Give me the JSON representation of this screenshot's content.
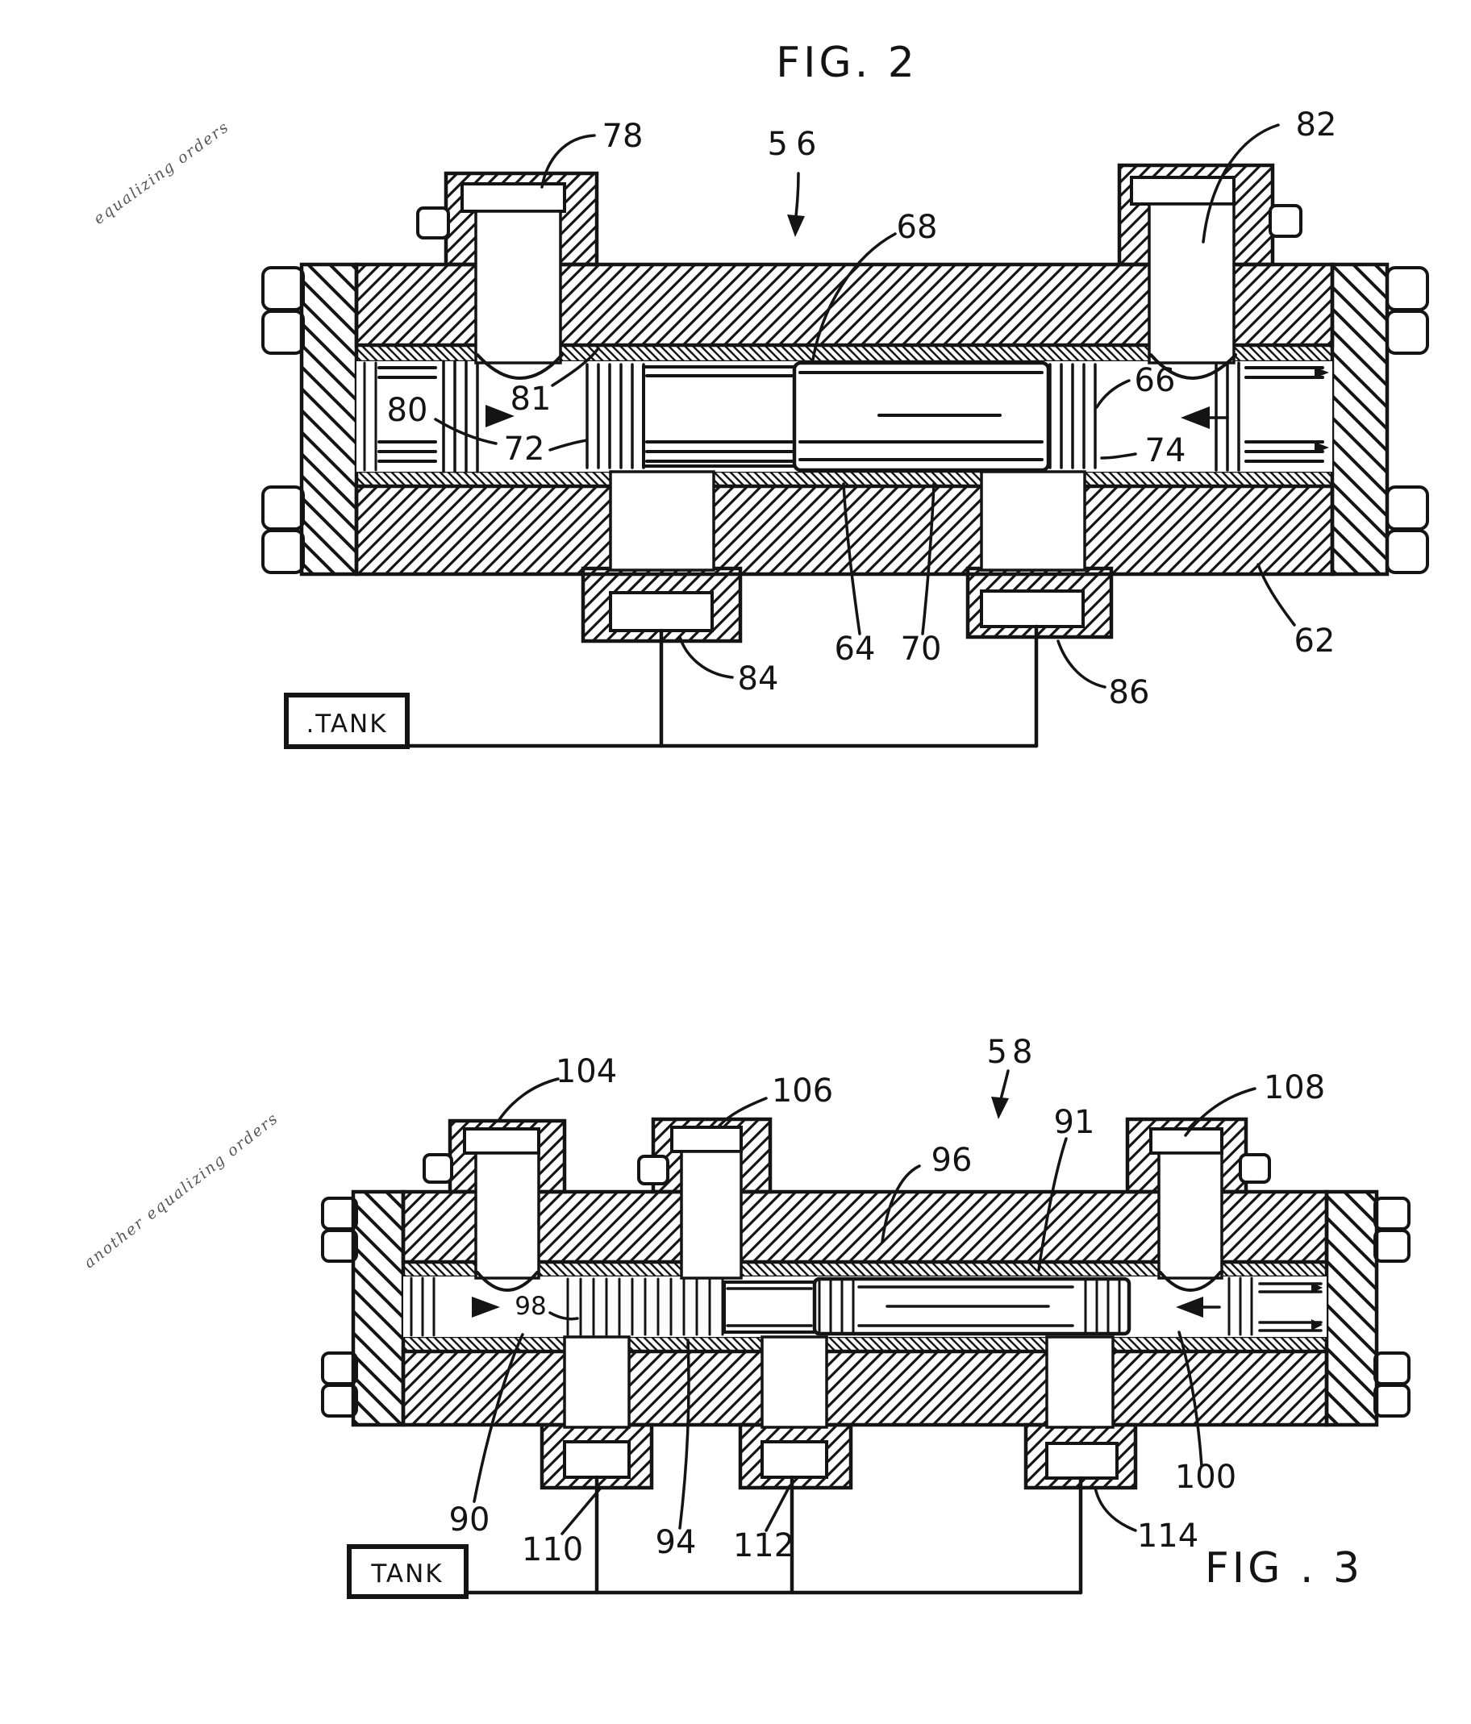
{
  "page": {
    "background": "#ffffff",
    "ink": "#141414"
  },
  "fig2": {
    "title": "FIG. 2",
    "assembly_number": "56",
    "margin_note": "equalizing orders",
    "tank_box_label": ".TANK",
    "labels": {
      "n56": "56",
      "n62": "62",
      "n64": "64",
      "n66": "66",
      "n68": "68",
      "n70": "70",
      "n72": "72",
      "n74": "74",
      "n78": "78",
      "n80": "80",
      "n81": "81",
      "n82": "82",
      "n84": "84",
      "n86": "86"
    }
  },
  "fig3": {
    "title": "FIG . 3",
    "assembly_number": "58",
    "margin_note": "another equalizing orders",
    "tank_box_label": "TANK",
    "labels": {
      "n58": "58",
      "n90": "90",
      "n91": "91",
      "n94": "94",
      "n96": "96",
      "n98": "98",
      "n100": "100",
      "n104": "104",
      "n106": "106",
      "n108": "108",
      "n110": "110",
      "n112": "112",
      "n114": "114"
    }
  }
}
